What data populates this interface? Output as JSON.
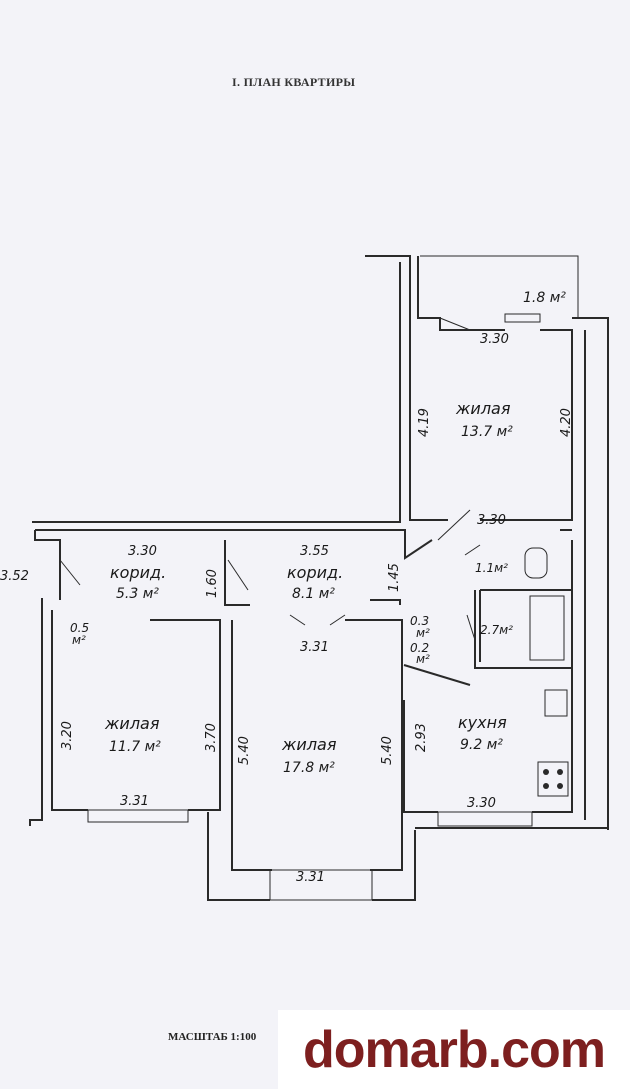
{
  "title": "I. ПЛАН КВАРТИРЫ",
  "scale": "МАСШТАБ 1:100",
  "watermark": "domarb.com",
  "colors": {
    "wall": "#2a2a2a",
    "paper": "#f3f3f8",
    "watermark_text": "#7d1f1f"
  },
  "rooms": {
    "balcony_area": "1.8 м²",
    "living1_name": "жилая",
    "living1_area": "13.7 м²",
    "living2_name": "жилая",
    "living2_area": "11.7 м²",
    "living3_name": "жилая",
    "living3_area": "17.8 м²",
    "corridor1_name": "корид.",
    "corridor1_area": "5.3 м²",
    "corridor2_name": "корид.",
    "corridor2_area": "8.1 м²",
    "kitchen_name": "кухня",
    "kitchen_area": "9.2 м²",
    "wc_area": "1.1м²",
    "bath_area": "2.7м²",
    "storage1_area_a": "0.5",
    "storage1_area_b": "м²",
    "storage2_area_a": "0.3",
    "storage2_area_b": "м²",
    "storage3_area_a": "0.2",
    "storage3_area_b": "м²"
  },
  "dimensions": {
    "d1": "3.30",
    "d2": "4.19",
    "d3": "4.20",
    "d4": "3.30",
    "d5": "3.30",
    "d6": "3.55",
    "d7": "1.60",
    "d8": "1.45",
    "d9": "3.31",
    "d10": "3.20",
    "d11": "3.70",
    "d12": "5.40",
    "d13": "5.40",
    "d14": "2.93",
    "d15": "3.31",
    "d16": "3.30",
    "d17": "3.31",
    "d18": "3.52"
  }
}
